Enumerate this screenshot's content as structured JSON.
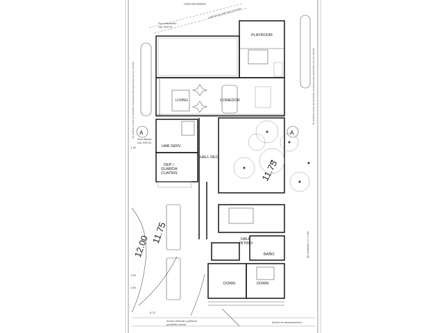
{
  "rooms": {
    "playroom": "PLAYROOM",
    "living": "LIVING",
    "comedor": "COMEDOR",
    "hab_serv": "HAB.SERV",
    "dep_line1": "DEP /",
    "dep_line2": "GUARDA",
    "dep_line3": "CUATRIS",
    "hall_rec": "HALL REC.",
    "hall_intimo_line1": "HALL",
    "hall_intimo_line2": "INTIMO",
    "bano": "BAÑO",
    "dorm_left": "DORM.",
    "dorm_right": "DORM."
  },
  "annotations": {
    "top_boundary": "LINEA MEDIANERA",
    "auxiliary_line": "LINEA AUXILIAR retiro de fondo",
    "tank_top": "Pozo tratamiento",
    "tank_top_sub": "cap. 2000 lts.",
    "tank_left": "Pozo filtrante",
    "tank_left_sub": "cap. 2000 lts.",
    "eje_medianero": "Eje medianero 11.71 mts",
    "bottom_note_1": "Acceso vehicular y peatonal",
    "bottom_note_2": "pendiente mínima",
    "bottom_note_3": "Módulo de estacionamiento",
    "left_note": "Se deberán tomar las medidas necesarias para garantizar que los árboles",
    "right_note": "Se deberán tomar las medidas necesarias para garantizar que los árboles"
  },
  "section_markers": {
    "left": "A",
    "right": "A"
  },
  "dimensions": {
    "diag_right": "11.75",
    "diag_left_a": "11.75",
    "diag_left_b": "12.00",
    "d1": "1.16",
    "d2": "1.00",
    "d3": "1.00",
    "d4": "5.73"
  }
}
